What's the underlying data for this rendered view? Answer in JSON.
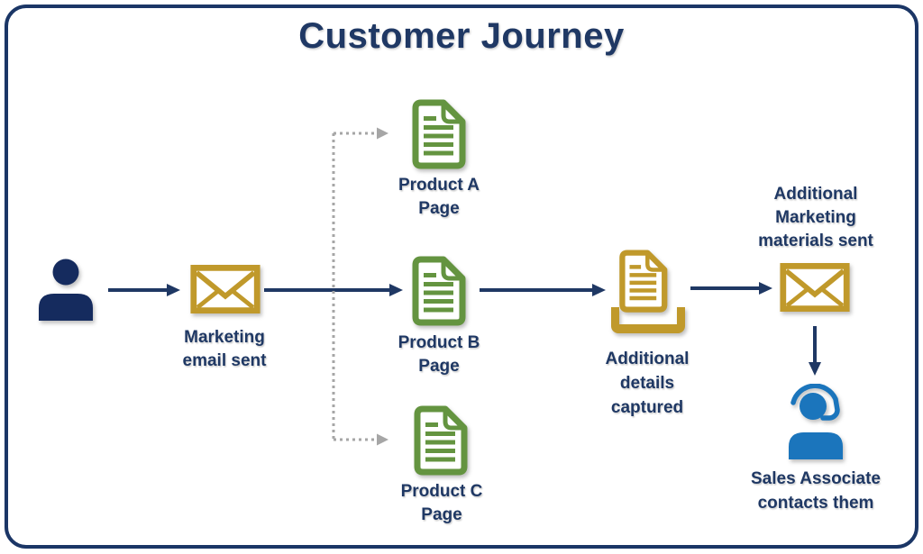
{
  "title": "Customer Journey",
  "colors": {
    "navy": "#1F3864",
    "icon_navy": "#152B5E",
    "gold": "#C0992B",
    "green": "#649440",
    "blue": "#1B75BC",
    "gray": "#A6A6A6",
    "border": "#1B3666",
    "bg": "#FFFFFF"
  },
  "labels": {
    "marketing_email": [
      "Marketing",
      "email sent"
    ],
    "product_a": [
      "Product A",
      "Page"
    ],
    "product_b": [
      "Product B",
      "Page"
    ],
    "product_c": [
      "Product C",
      "Page"
    ],
    "additional_details": [
      "Additional",
      "details",
      "captured"
    ],
    "additional_marketing": [
      "Additional",
      "Marketing",
      "materials sent"
    ],
    "sales_associate": [
      "Sales Associate",
      "contacts them"
    ]
  },
  "icons": {
    "customer": "person-icon",
    "marketing_email": "envelope-icon",
    "product_a": "document-icon",
    "product_b": "document-icon",
    "product_c": "document-icon",
    "additional_details": "document-tray-icon",
    "additional_marketing": "envelope-icon",
    "sales_associate": "support-person-icon"
  },
  "connectors": {
    "solid": [
      "customer-to-email",
      "email-to-product-b",
      "product-b-to-details",
      "details-to-marketing-materials",
      "materials-to-sales"
    ],
    "dotted": [
      "branch-line",
      "branch-to-product-a",
      "branch-to-product-c"
    ]
  }
}
